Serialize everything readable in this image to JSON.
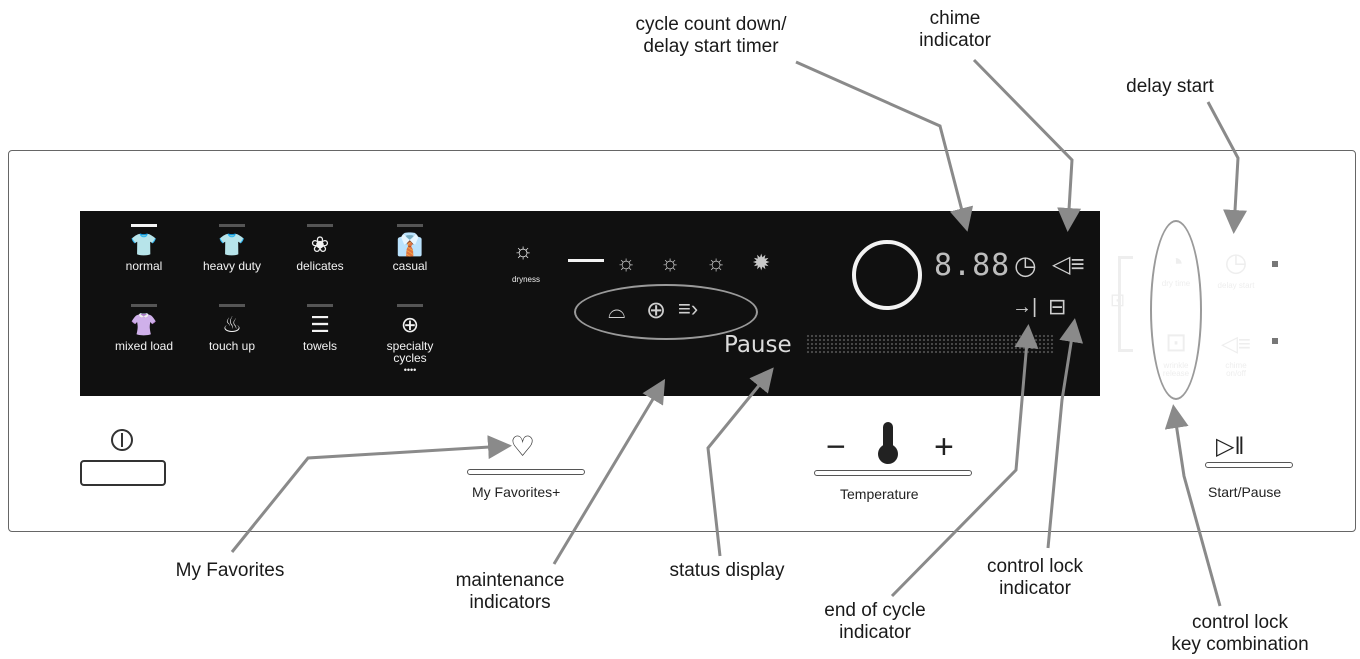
{
  "callouts": {
    "cycle_count": [
      "cycle count down/",
      "delay start timer"
    ],
    "chime": [
      "chime",
      "indicator"
    ],
    "delay_start": "delay start",
    "my_favorites": "My Favorites",
    "maintenance": [
      "maintenance",
      "indicators"
    ],
    "status_display": "status display",
    "control_lock": [
      "control lock",
      "indicator"
    ],
    "end_of_cycle": [
      "end of cycle",
      "indicator"
    ],
    "key_combo": [
      "control lock",
      "key combination"
    ]
  },
  "cycles": [
    {
      "label": "normal",
      "icon": "shirt-icon",
      "glyph": "👕",
      "selected": true
    },
    {
      "label": "heavy duty",
      "icon": "heavy-duty-shirt-icon",
      "glyph": "👕",
      "selected": false
    },
    {
      "label": "delicates",
      "icon": "flower-icon",
      "glyph": "❀",
      "selected": false
    },
    {
      "label": "casual",
      "icon": "casual-shirt-icon",
      "glyph": "👔",
      "selected": false
    },
    {
      "label": "mixed load",
      "icon": "mixed-load-icon",
      "glyph": "👚",
      "selected": false
    },
    {
      "label": "touch up",
      "icon": "touch-up-icon",
      "glyph": "♨",
      "selected": false
    },
    {
      "label": "towels",
      "icon": "towels-icon",
      "glyph": "☰",
      "selected": false
    },
    {
      "label": "specialty cycles",
      "icon": "specialty-cycles-icon",
      "glyph": "⊕",
      "selected": false,
      "extra": "••••"
    }
  ],
  "display": {
    "dryness_label": "dryness",
    "timer": "8.88",
    "status": "Pause"
  },
  "controls": {
    "dry_time": "dry time",
    "wrinkle_release": "wrinkle release",
    "delay_start": "delay start",
    "chime_onoff": "chime on/off"
  },
  "buttons": {
    "my_favorites": "My Favorites+",
    "temperature": "Temperature",
    "temp_minus": "−",
    "temp_plus": "+",
    "start_pause": "Start/Pause"
  },
  "colors": {
    "panel_dark": "#101010",
    "callout_line": "#8a8a8a"
  }
}
